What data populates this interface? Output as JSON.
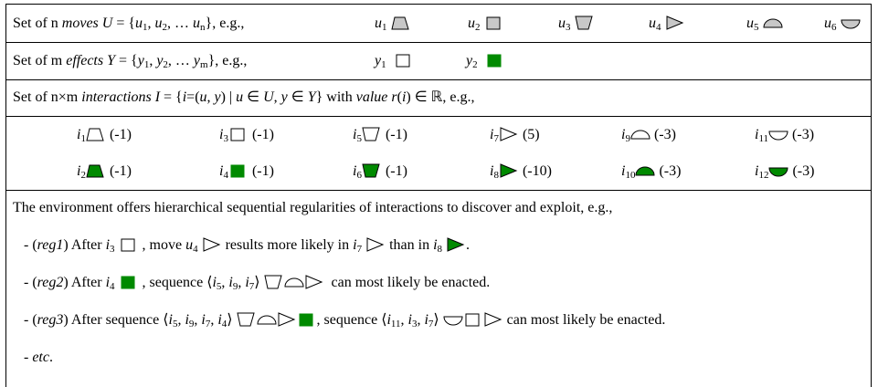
{
  "colors": {
    "light_fill": "#c8c8c8",
    "dark_fill": "#008a00",
    "stroke": "#000000"
  },
  "moves": {
    "prefix": "Set of n ",
    "term": "moves",
    "def": "U = {u1, u2, … un}, e.g.,",
    "items": [
      {
        "name": "u",
        "sub": "1",
        "icon": "trapezoid-up"
      },
      {
        "name": "u",
        "sub": "2",
        "icon": "square"
      },
      {
        "name": "u",
        "sub": "3",
        "icon": "trapezoid-down"
      },
      {
        "name": "u",
        "sub": "4",
        "icon": "triangle-right"
      },
      {
        "name": "u",
        "sub": "5",
        "icon": "half-circle-up"
      },
      {
        "name": "u",
        "sub": "6",
        "icon": "half-circle-down"
      }
    ]
  },
  "effects": {
    "prefix": "Set of m ",
    "term": "effects",
    "def": "Y = {y1, y2, … ym}, e.g.,",
    "items": [
      {
        "name": "y",
        "sub": "1",
        "icon": "empty-square"
      },
      {
        "name": "y",
        "sub": "2",
        "icon": "filled-square"
      }
    ]
  },
  "interactions": {
    "prefix": "Set of n×m ",
    "term": "interactions",
    "def": "I = {i=(u, y) | u ∈ U, y ∈ Y} with value r(i) ∈ ℝ, e.g.,",
    "items": [
      {
        "name": "i",
        "sub": "1",
        "icon": "trapezoid-up",
        "filled": false,
        "value": "(-1)"
      },
      {
        "name": "i",
        "sub": "3",
        "icon": "square",
        "filled": false,
        "value": "(-1)"
      },
      {
        "name": "i",
        "sub": "5",
        "icon": "trapezoid-down",
        "filled": false,
        "value": "(-1)"
      },
      {
        "name": "i",
        "sub": "7",
        "icon": "triangle-right",
        "filled": false,
        "value": "(5)"
      },
      {
        "name": "i",
        "sub": "9",
        "icon": "half-circle-up",
        "filled": false,
        "value": "(-3)"
      },
      {
        "name": "i",
        "sub": "11",
        "icon": "half-circle-down",
        "filled": false,
        "value": "(-3)"
      },
      {
        "name": "i",
        "sub": "2",
        "icon": "trapezoid-up",
        "filled": true,
        "value": "(-1)"
      },
      {
        "name": "i",
        "sub": "4",
        "icon": "square",
        "filled": true,
        "value": "(-1)"
      },
      {
        "name": "i",
        "sub": "6",
        "icon": "trapezoid-down",
        "filled": true,
        "value": "(-1)"
      },
      {
        "name": "i",
        "sub": "8",
        "icon": "triangle-right",
        "filled": true,
        "value": "(-10)"
      },
      {
        "name": "i",
        "sub": "10",
        "icon": "half-circle-up",
        "filled": true,
        "value": "(-3)"
      },
      {
        "name": "i",
        "sub": "12",
        "icon": "half-circle-down",
        "filled": true,
        "value": "(-3)"
      }
    ]
  },
  "environment_text": "The environment offers hierarchical sequential regularities of interactions to discover and exploit, e.g.,",
  "reg1": {
    "open": "- (",
    "tag": "reg1",
    "close": ") After ",
    "t1": " , move ",
    "t2": " results more likely in ",
    "t3": " than in ",
    "t4": "."
  },
  "reg2": {
    "open": "- (",
    "tag": "reg2",
    "close": ") After ",
    "t1": " , sequence ",
    "t2": " can most likely be enacted."
  },
  "reg3": {
    "open": "- (",
    "tag": "reg3",
    "close": ") After sequence ",
    "t1": ", sequence ",
    "t2": " can most likely be enacted."
  },
  "etc": {
    "dash": "- ",
    "text": "etc"
  }
}
